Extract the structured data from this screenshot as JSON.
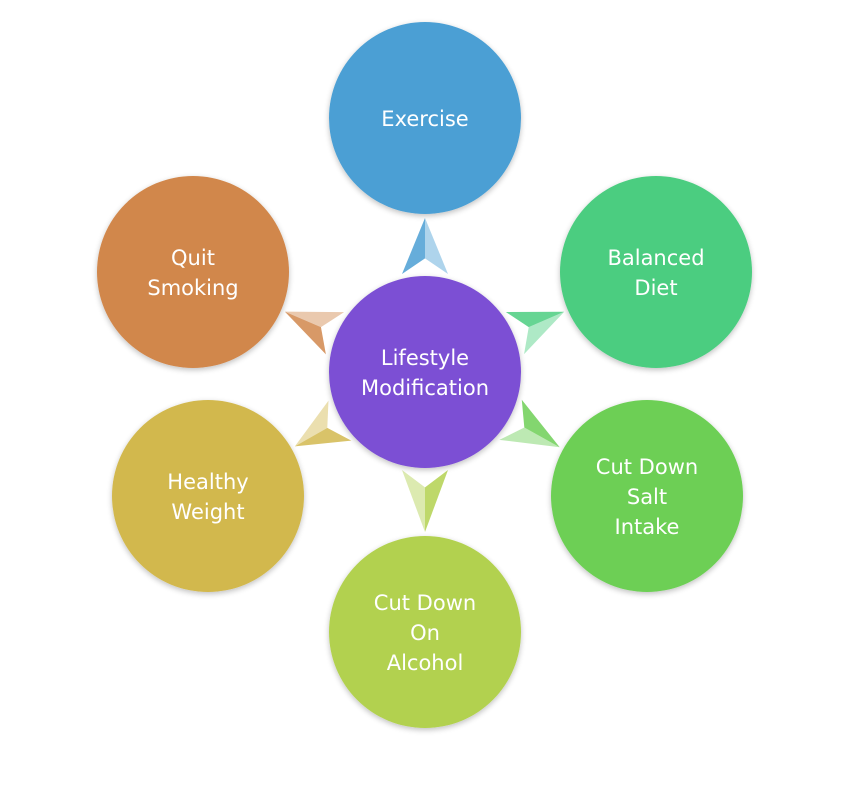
{
  "center": {
    "label_lines": [
      "Lifestyle",
      "Modification"
    ],
    "color": "#7c4fd4"
  },
  "nodes": [
    {
      "id": "exercise",
      "label_lines": [
        "Exercise"
      ],
      "color": "#4b9fd4"
    },
    {
      "id": "balanced-diet",
      "label_lines": [
        "Balanced",
        "Diet"
      ],
      "color": "#4bcd80"
    },
    {
      "id": "cut-down-salt-intake",
      "label_lines": [
        "Cut Down",
        "Salt",
        "Intake"
      ],
      "color": "#6dcf55"
    },
    {
      "id": "cut-down-on-alcohol",
      "label_lines": [
        "Cut Down",
        "On",
        "Alcohol"
      ],
      "color": "#b2d150"
    },
    {
      "id": "healthy-weight",
      "label_lines": [
        "Healthy",
        "Weight"
      ],
      "color": "#d2b84e"
    },
    {
      "id": "quit-smoking",
      "label_lines": [
        "Quit",
        "Smoking"
      ],
      "color": "#d1874c"
    }
  ]
}
